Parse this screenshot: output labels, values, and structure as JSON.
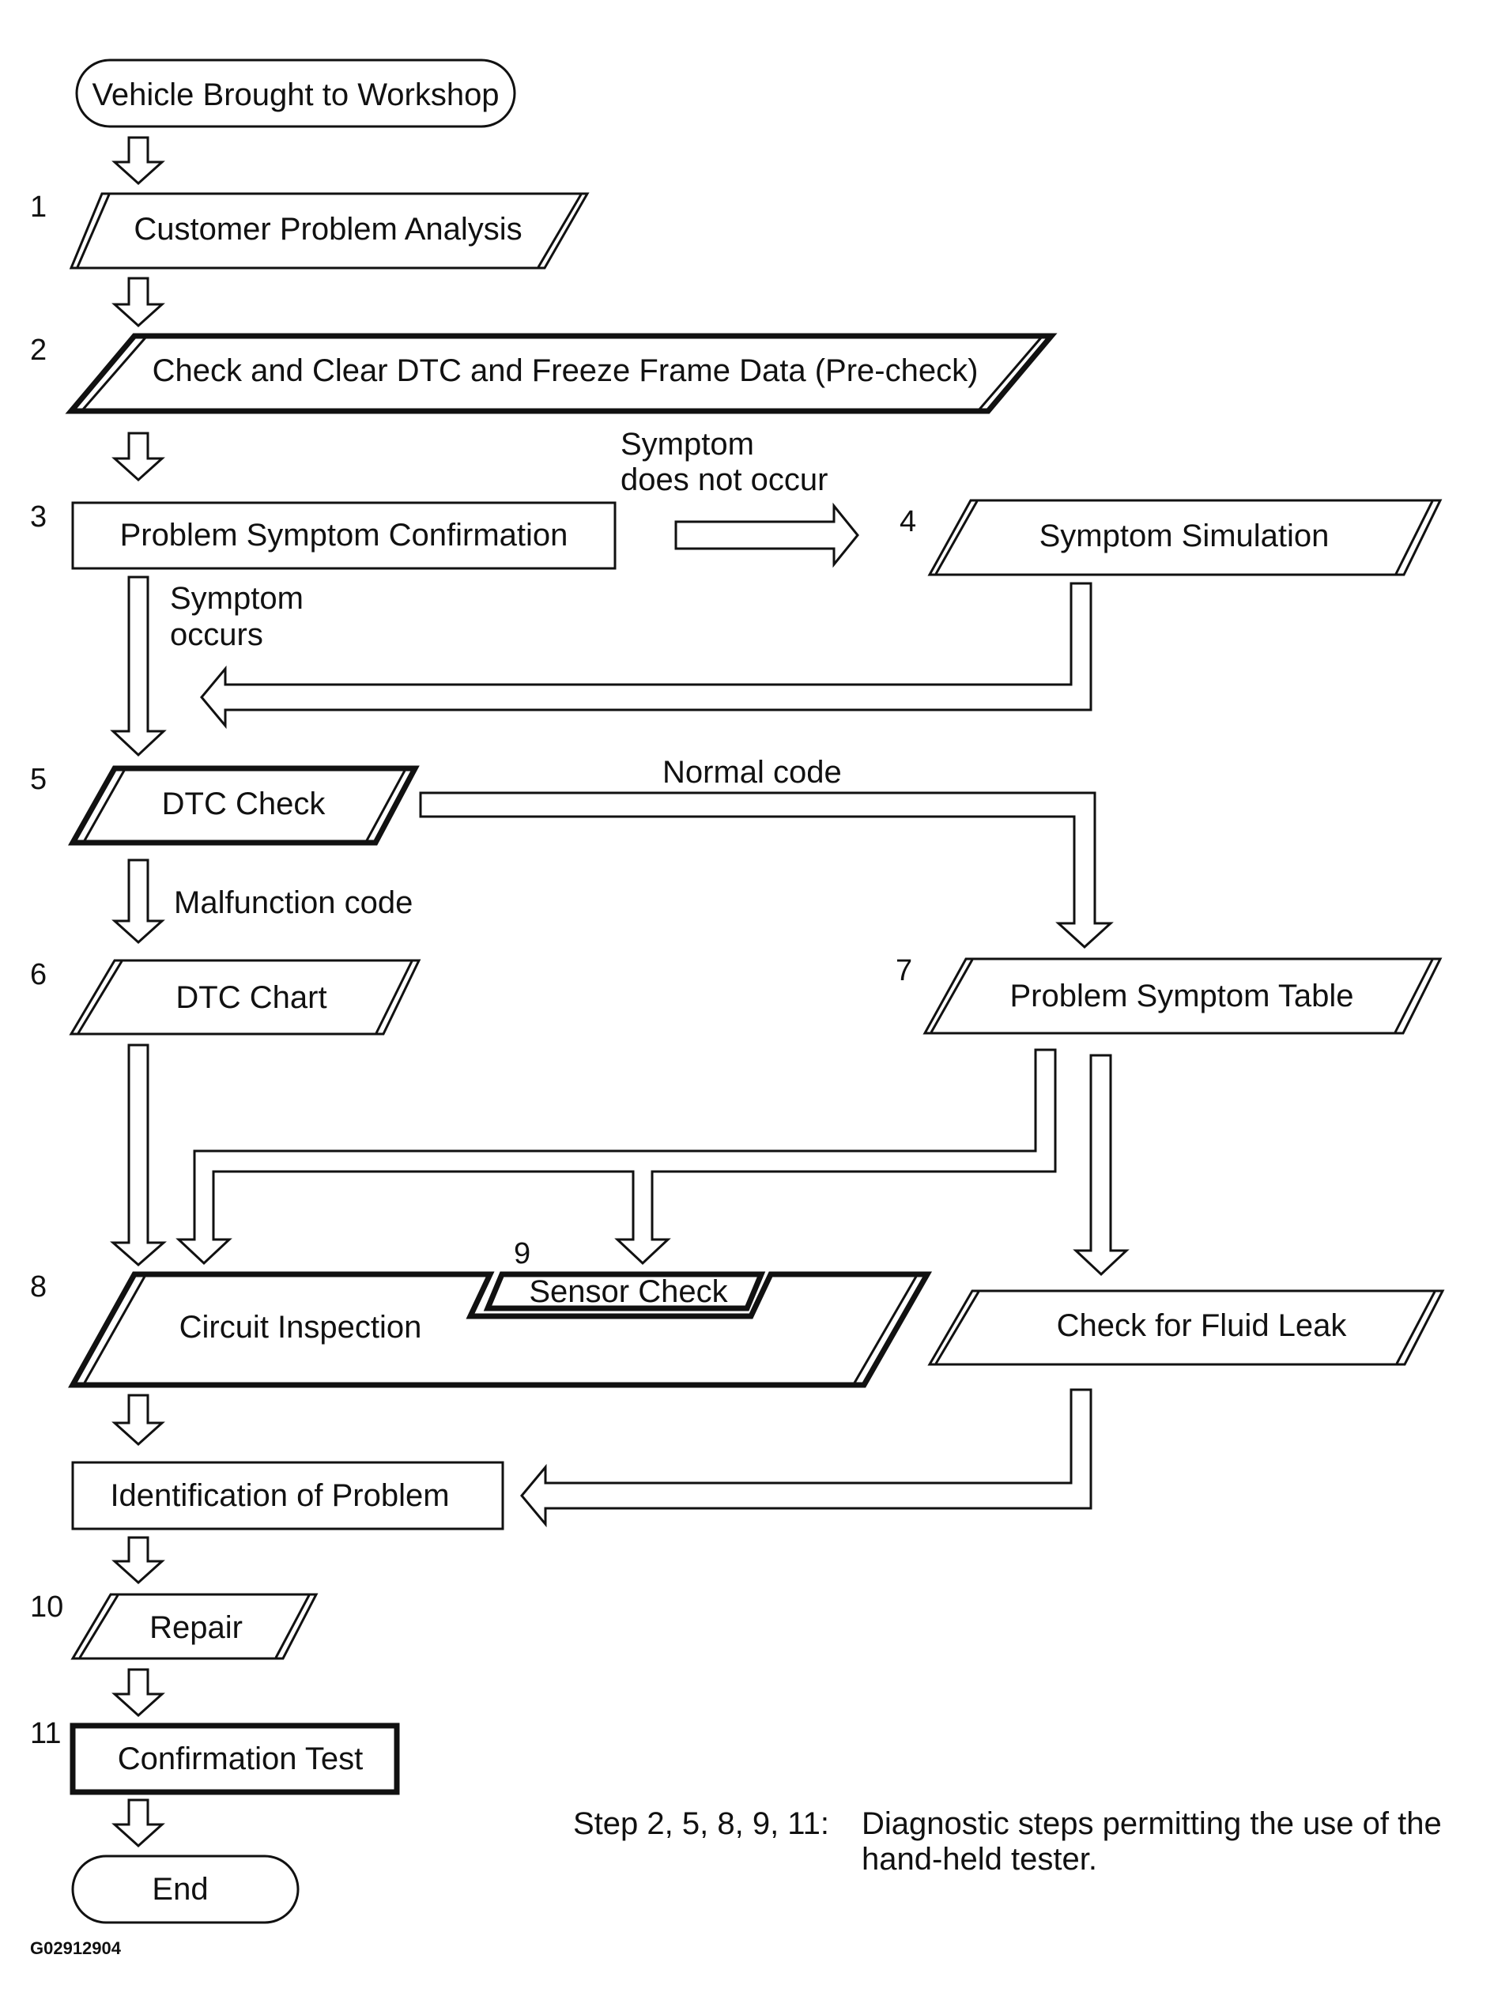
{
  "steps": {
    "start": "Vehicle Brought to Workshop",
    "s1": "Customer Problem Analysis",
    "s2": "Check and Clear DTC and Freeze Frame Data (Pre-check)",
    "s3": "Problem Symptom Confirmation",
    "s4": "Symptom Simulation",
    "s5": "DTC Check",
    "s6": "DTC Chart",
    "s7": "Problem Symptom Table",
    "s8": "Circuit Inspection",
    "s9": "Sensor Check",
    "fluid": "Check for Fluid Leak",
    "ident": "Identification of Problem",
    "s10": "Repair",
    "s11": "Confirmation Test",
    "end": "End"
  },
  "numbers": {
    "n1": "1",
    "n2": "2",
    "n3": "3",
    "n4": "4",
    "n5": "5",
    "n6": "6",
    "n7": "7",
    "n8": "8",
    "n9": "9",
    "n10": "10",
    "n11": "11"
  },
  "edges": {
    "not_occur_1": "Symptom",
    "not_occur_2": "does not occur",
    "occurs_1": "Symptom",
    "occurs_2": "occurs",
    "normal_code": "Normal code",
    "malfunction_code": "Malfunction code"
  },
  "note": {
    "prefix": "Step 2, 5, 8, 9, 11:",
    "line1": "Diagnostic steps permitting the use of the",
    "line2": "hand-held  tester."
  },
  "figure_code": "G02912904"
}
